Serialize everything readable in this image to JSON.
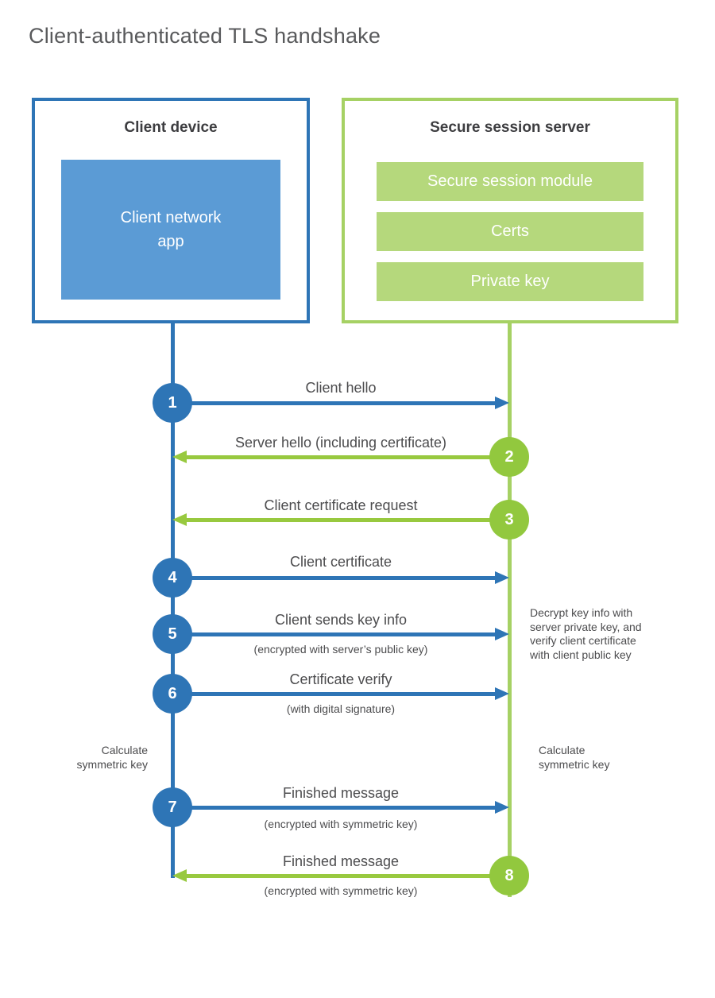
{
  "title": "Client-authenticated TLS handshake",
  "colors": {
    "blue": "#2e75b6",
    "blue_fill": "#5b9bd5",
    "green": "#92c83e",
    "green_soft": "#a6d164",
    "green_fill": "#b5d87c"
  },
  "client_box": {
    "title": "Client device",
    "module": "Client network\napp"
  },
  "server_box": {
    "title": "Secure session server",
    "modules": [
      "Secure session module",
      "Certs",
      "Private key"
    ]
  },
  "steps": [
    {
      "num": "1",
      "label": "Client hello",
      "from": "client",
      "direction": "right"
    },
    {
      "num": "2",
      "label": "Server hello (including certificate)",
      "from": "server",
      "direction": "left"
    },
    {
      "num": "3",
      "label": "Client certificate request",
      "from": "server",
      "direction": "left"
    },
    {
      "num": "4",
      "label": "Client certificate",
      "from": "client",
      "direction": "right"
    },
    {
      "num": "5",
      "label": "Client sends key info",
      "sub": "(encrypted with server’s public key)",
      "from": "client",
      "direction": "right"
    },
    {
      "num": "6",
      "label": "Certificate verify",
      "sub": "(with digital signature)",
      "from": "client",
      "direction": "right"
    },
    {
      "num": "7",
      "label": "Finished message",
      "sub": "(encrypted with symmetric key)",
      "from": "client",
      "direction": "right"
    },
    {
      "num": "8",
      "label": "Finished message",
      "sub": "(encrypted with symmetric key)",
      "from": "server",
      "direction": "left"
    }
  ],
  "annotations": {
    "server_note": "Decrypt key info with\nserver private key, and\nverify client certificate\nwith client public key",
    "client_calc": "Calculate\nsymmetric key",
    "server_calc": "Calculate\nsymmetric key"
  }
}
